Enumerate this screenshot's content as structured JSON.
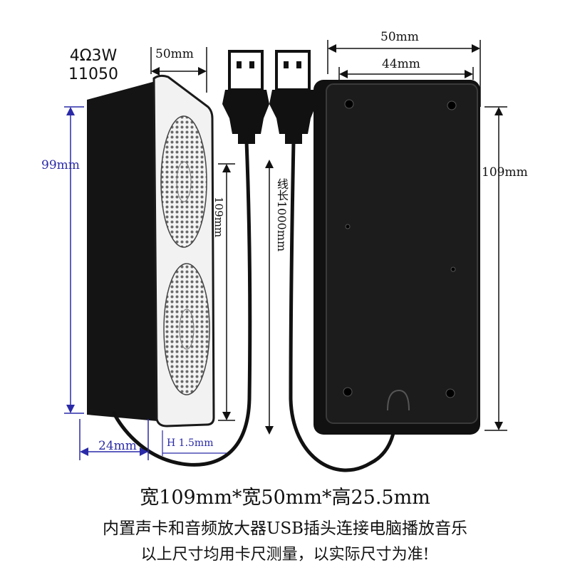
{
  "product": {
    "spec_line1": "4Ω3W",
    "spec_line2": "11050"
  },
  "dimensions": {
    "top_left_width": "50mm",
    "outer_height": "99mm",
    "panel_height": "109mm",
    "cable_length": "线长1000mm",
    "depth": "24mm",
    "lip": "H 1.5mm",
    "back_width_outer": "50mm",
    "back_width_inner": "44mm",
    "back_height": "109mm"
  },
  "captions": {
    "line1": "宽109mm*宽50mm*高25.5mm",
    "line2": "内置声卡和音频放大器USB插头连接电脑播放音乐",
    "line3": "以上尺寸均用卡尺测量，以实际尺寸为准!"
  },
  "colors": {
    "dimension_blue": "#2a2aa8",
    "speaker_body": "#111111"
  }
}
